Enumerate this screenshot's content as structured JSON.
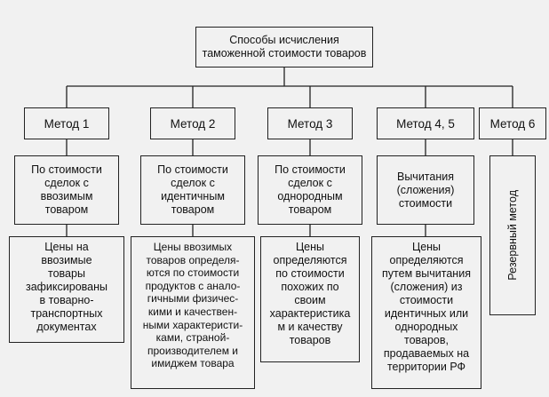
{
  "root": {
    "text": "Способы исчисления\nтаможенной стоимости товаров"
  },
  "methods": [
    {
      "label": "Метод 1",
      "basis": "По стоимости\nсделок с\nввозимым\nтоваром",
      "description": "Цены на\nввозимые\nтовары\nзафиксированы\nв товарно-\nтранспортных\nдокументах"
    },
    {
      "label": "Метод 2",
      "basis": "По стоимости\nсделок с\nидентичным\nтоваром",
      "description": "Цены ввозимых\nтоваров определя-\nются по стоимости\nпродуктов с анало-\nгичными физичес-\nкими и качествен-\nными характеристи-\nками, страной-\nпроизводителем и\nимиджем товара"
    },
    {
      "label": "Метод 3",
      "basis": "По стоимости\nсделок с\nоднородным\nтоваром",
      "description": "Цены\nопределяются\nпо стоимости\nпохожих по\nсвоим\nхарактеристика\nм и качеству\nтоваров"
    },
    {
      "label": "Метод 4, 5",
      "basis": "Вычитания\n(сложения)\nстоимости",
      "description": "Цены\nопределяются\nпутем вычитания\n(сложения) из\nстоимости\nидентичных или\nоднородных\nтоваров,\nпродаваемых на\nтерритории РФ"
    },
    {
      "label": "Метод 6",
      "reserve": "Резервный метод"
    }
  ]
}
